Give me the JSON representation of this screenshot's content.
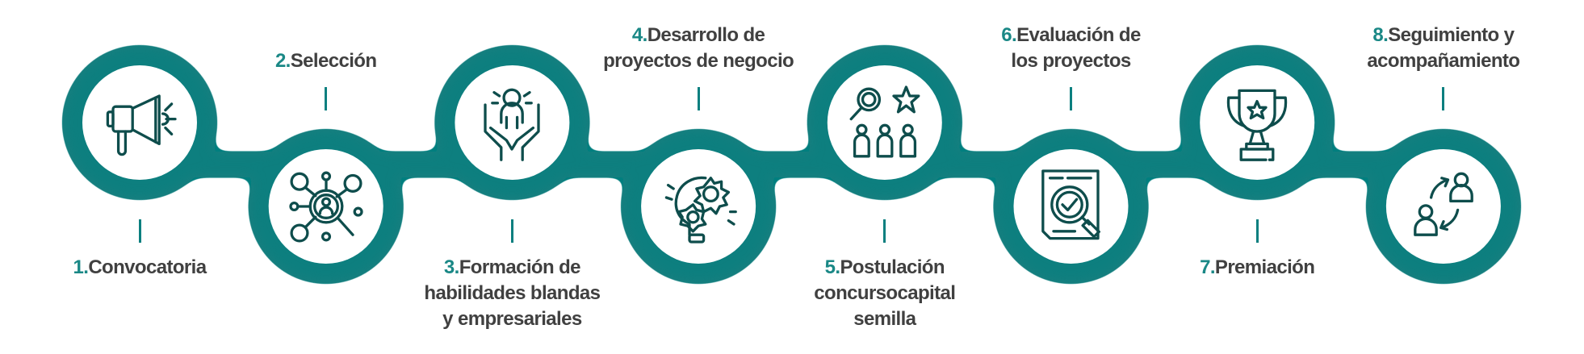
{
  "colors": {
    "ring": "#0b7f7f",
    "number": "#1a8886",
    "text": "#404040",
    "icon": "#0e4d4c"
  },
  "steps": [
    {
      "number": "1.",
      "lines": [
        "Convocatoria"
      ],
      "icon": "megaphone-icon",
      "position": "top"
    },
    {
      "number": "2.",
      "lines": [
        "Selección"
      ],
      "icon": "candidate-search-icon",
      "position": "bottom"
    },
    {
      "number": "3.",
      "lines": [
        "Formación de",
        "habilidades blandas",
        "y empresariales"
      ],
      "icon": "hands-holding-person-icon",
      "position": "top"
    },
    {
      "number": "4.",
      "lines": [
        "Desarrollo de",
        "proyectos de negocio"
      ],
      "icon": "gear-lightbulb-icon",
      "position": "bottom"
    },
    {
      "number": "5.",
      "lines": [
        "Postulación",
        "concursocapital",
        "semilla"
      ],
      "icon": "search-star-people-icon",
      "position": "top"
    },
    {
      "number": "6.",
      "lines": [
        "Evaluación de",
        "los proyectos"
      ],
      "icon": "document-review-icon",
      "position": "bottom"
    },
    {
      "number": "7.",
      "lines": [
        "Premiación"
      ],
      "icon": "trophy-icon",
      "position": "top"
    },
    {
      "number": "8.",
      "lines": [
        "Seguimiento y",
        "acompañamiento"
      ],
      "icon": "people-exchange-icon",
      "position": "bottom"
    }
  ]
}
